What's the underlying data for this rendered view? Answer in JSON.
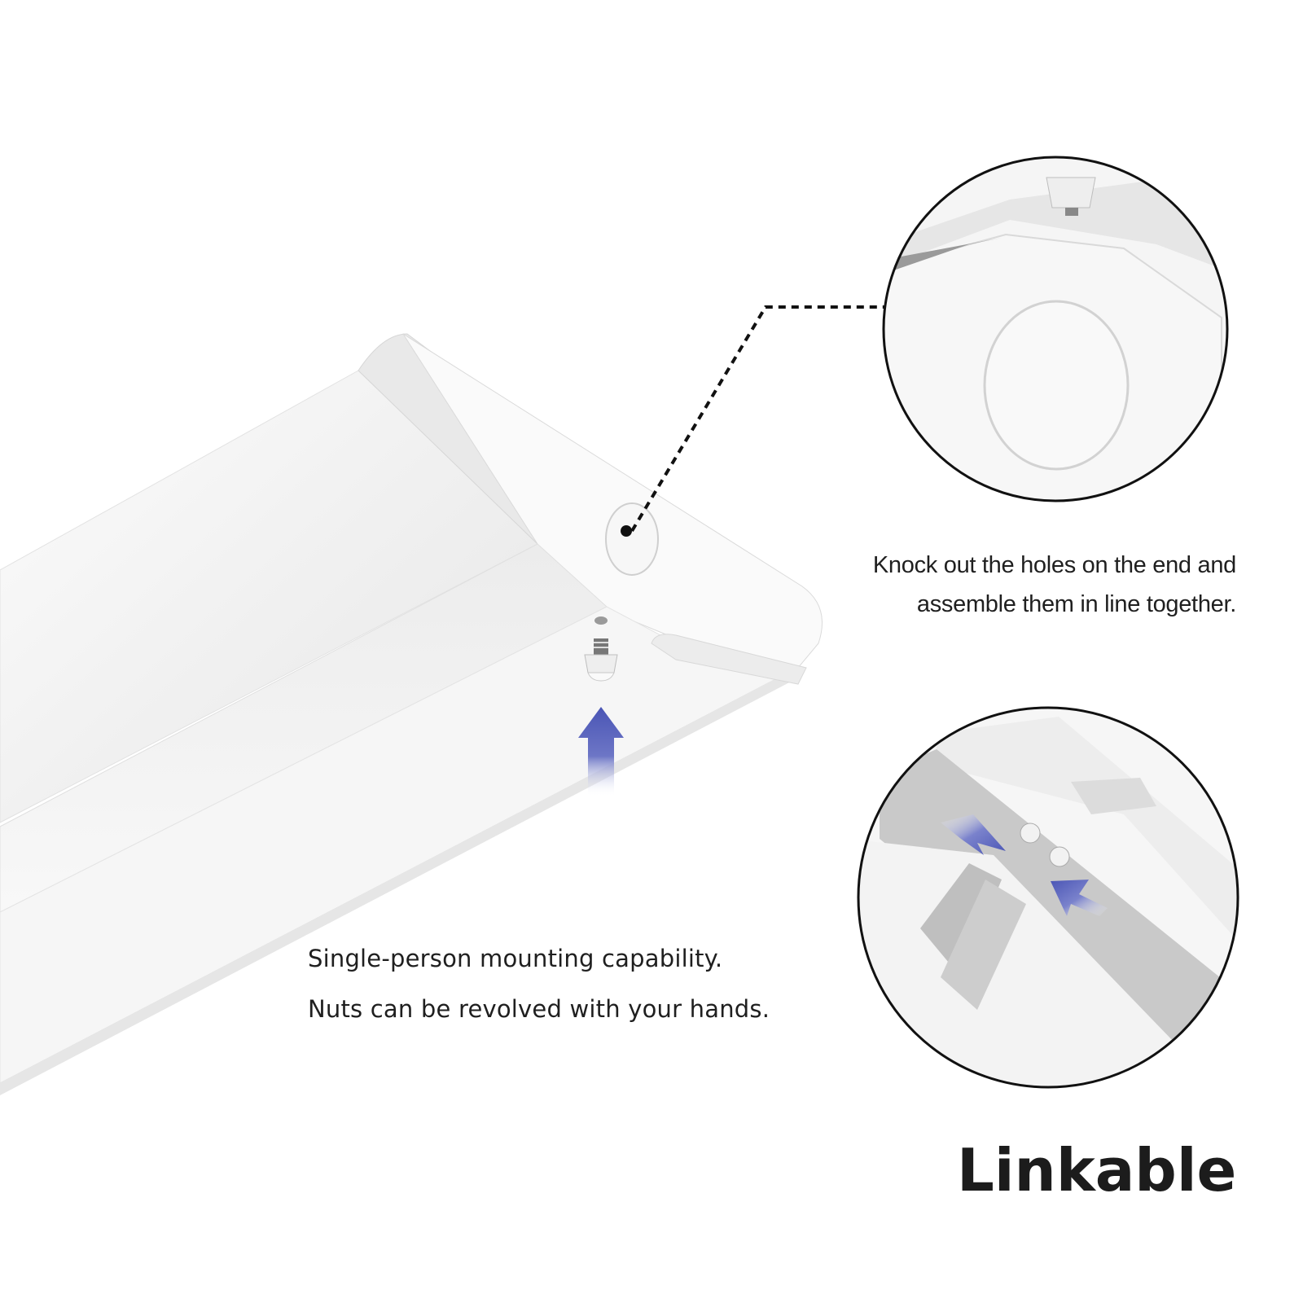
{
  "product_callouts": {
    "knockout_detail": {
      "line1": "Knock out the holes on the end and",
      "line2": "assemble them in line together."
    },
    "mounting_detail": {
      "line1": "Single-person mounting capability.",
      "line2": "Nuts can be revolved with your hands."
    },
    "headline": "Linkable"
  },
  "icons": {
    "mount_arrow": "up-arrow-icon",
    "link_arrows": [
      "down-right-arrow-icon",
      "up-left-arrow-icon"
    ],
    "knob": "thumb-nut-icon"
  },
  "colors": {
    "background": "#ffffff",
    "text": "#1f1f1f",
    "arrow_blue": "#4a55b5",
    "fixture_white": "#f4f4f4",
    "fixture_shade": "#d9d9d9",
    "outline": "#111111"
  }
}
